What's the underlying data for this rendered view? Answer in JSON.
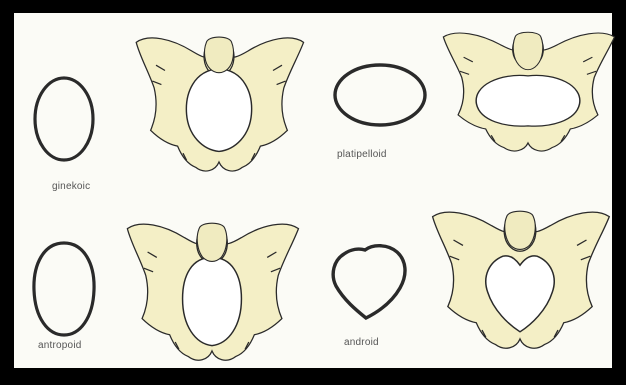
{
  "figure": {
    "background_color": "#000000",
    "panel_color": "#fbfbf6",
    "bone_color": "#f4efc6",
    "outline_color": "#222222",
    "types": [
      {
        "id": "gynecoid",
        "label": "ginekoic",
        "inlet_shape": "round"
      },
      {
        "id": "platypelloid",
        "label": "platipelloid",
        "inlet_shape": "flat-oval"
      },
      {
        "id": "anthropoid",
        "label": "antropoid",
        "inlet_shape": "long-oval"
      },
      {
        "id": "android",
        "label": "android",
        "inlet_shape": "heart"
      }
    ]
  }
}
